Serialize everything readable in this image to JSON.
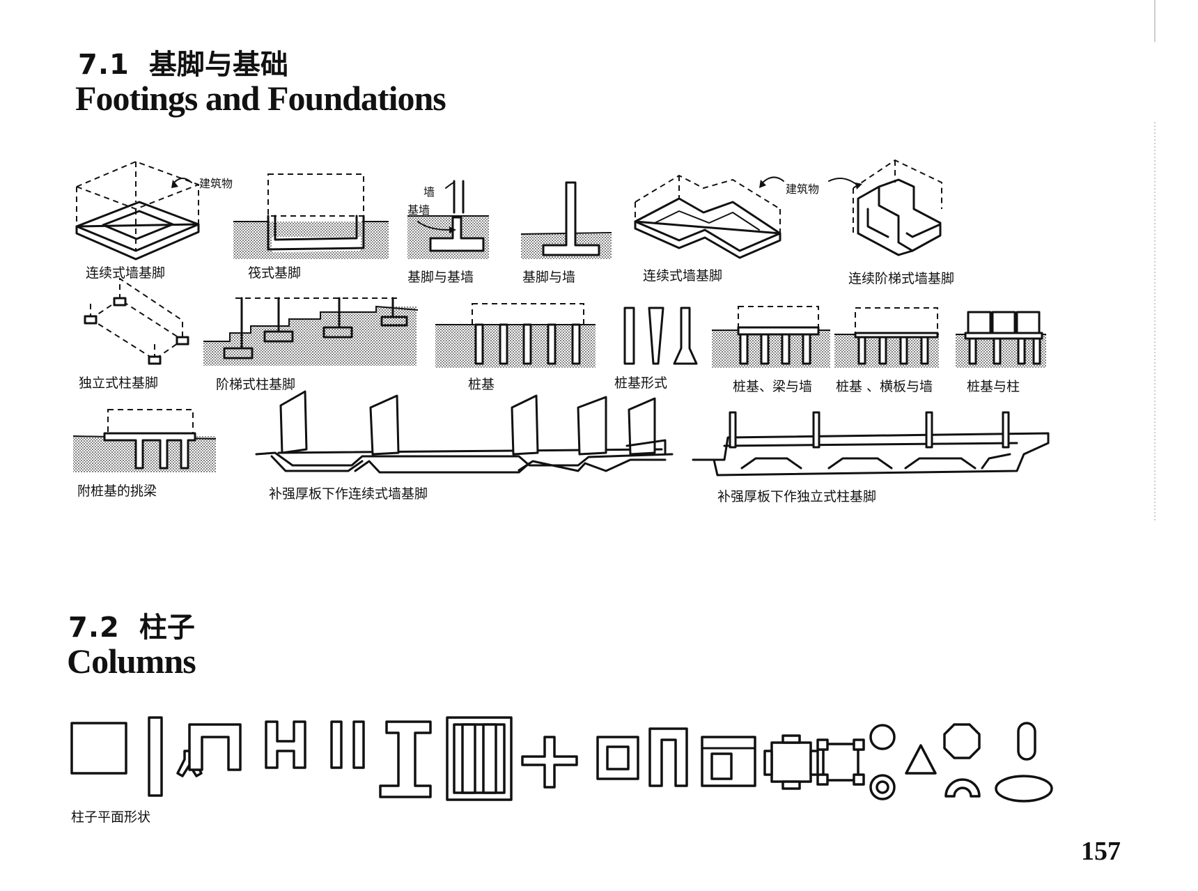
{
  "section1": {
    "number": "7.1",
    "title_cn": "基脚与基础",
    "title_en": "Footings and Foundations"
  },
  "section2": {
    "number": "7.2",
    "title_cn": "柱子",
    "title_en": "Columns"
  },
  "labels": {
    "building_1": "建筑物",
    "building_2": "建筑物",
    "wall": "墙",
    "base_wall": "基墙"
  },
  "captions": {
    "continuous_wall_footing": "连续式墙基脚",
    "raft_footing": "筏式基脚",
    "footing_and_base_wall": "基脚与基墙",
    "footing_and_wall": "基脚与墙",
    "continuous_wall_footing_2": "连续式墙基脚",
    "stepped_continuous_wall_footing": "连续阶梯式墙基脚",
    "isolated_column_footing": "独立式柱基脚",
    "stepped_column_footing": "阶梯式柱基脚",
    "pile_foundation": "桩基",
    "pile_forms": "桩基形式",
    "pile_beam_wall": "桩基、梁与墙",
    "pile_slab_wall": "桩基 、横板与墙",
    "pile_and_column": "桩基与柱",
    "cantilever_beam_on_piles": "附桩基的挑梁",
    "slab_continuous_wall_footing": "补强厚板下作连续式墙基脚",
    "slab_isolated_column_footing": "补强厚板下作独立式柱基脚",
    "column_plan_shapes": "柱子平面形状"
  },
  "page_number": "157"
}
